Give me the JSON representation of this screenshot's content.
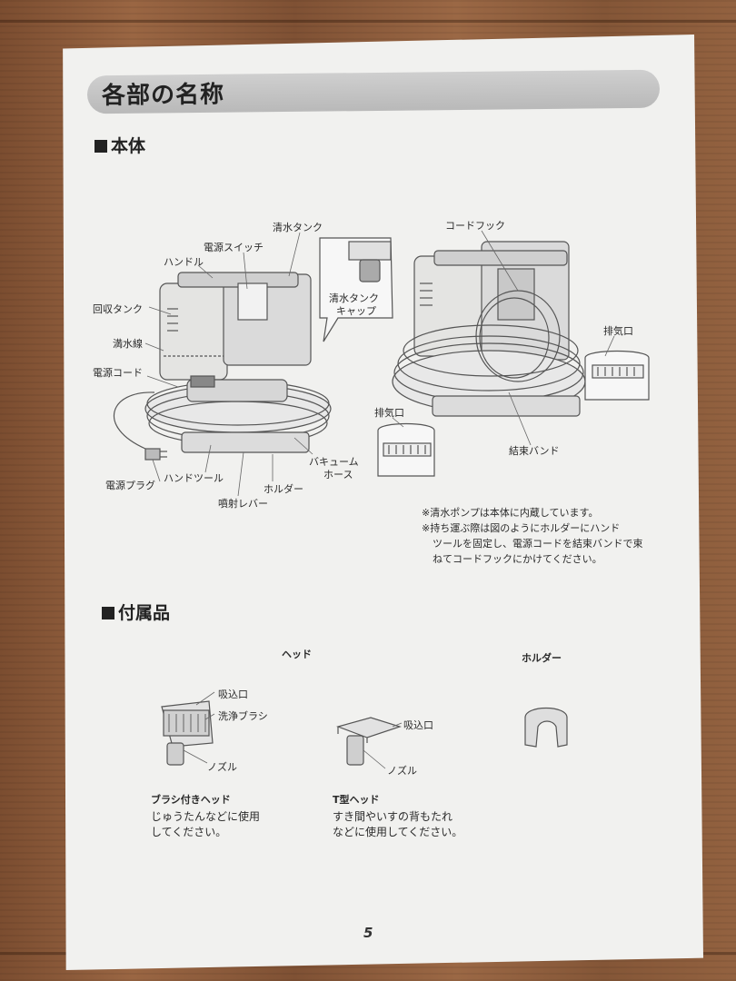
{
  "page": {
    "title": "各部の名称",
    "page_number": "5"
  },
  "section_main": {
    "heading": "本体",
    "labels": {
      "water_tank": "清水タンク",
      "power_switch": "電源スイッチ",
      "handle": "ハンドル",
      "recovery_tank": "回収タンク",
      "water_line": "満水線",
      "power_cord": "電源コード",
      "power_plug": "電源プラグ",
      "hand_tool": "ハンドツール",
      "spray_lever": "噴射レバー",
      "holder": "ホルダー",
      "vacuum_hose_1": "バキューム",
      "vacuum_hose_2": "ホース",
      "tank_cap_1": "清水タンク",
      "tank_cap_2": "キャップ",
      "cord_hook": "コードフック",
      "exhaust_right": "排気口",
      "exhaust_left": "排気口",
      "binding_band": "結束バンド"
    },
    "notes": [
      "※清水ポンプは本体に内蔵しています。",
      "※持ち運ぶ際は図のようにホルダーにハンド",
      "ツールを固定し、電源コードを結束バンドで束",
      "ねてコードフックにかけてください。"
    ]
  },
  "section_accessories": {
    "heading": "付属品",
    "head_group_label": "ヘッド",
    "holder_label": "ホルダー",
    "brush_head": {
      "suction": "吸込口",
      "brush": "洗浄ブラシ",
      "nozzle": "ノズル",
      "name": "ブラシ付きヘッド",
      "desc_1": "じゅうたんなどに使用",
      "desc_2": "してください。"
    },
    "t_head": {
      "suction": "吸込口",
      "nozzle": "ノズル",
      "name": "T型ヘッド",
      "desc_1": "すき間やいすの背もたれ",
      "desc_2": "などに使用してください。"
    }
  }
}
